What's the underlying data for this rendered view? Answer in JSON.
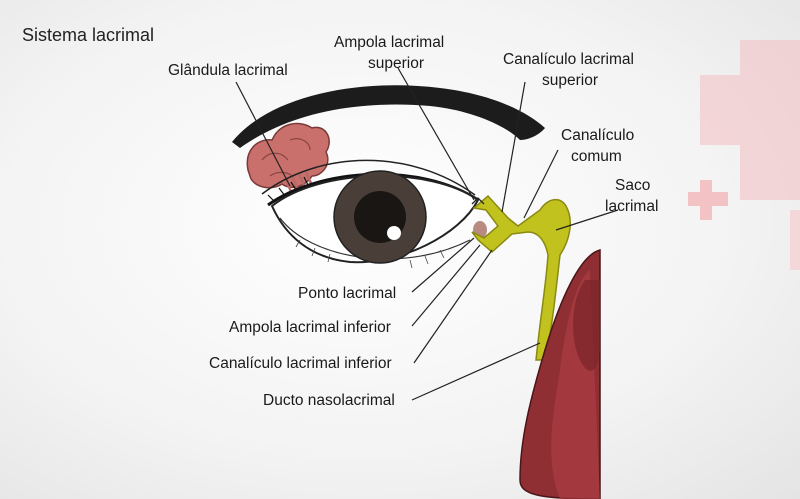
{
  "title": "Sistema lacrimal",
  "labels": {
    "glandula": "Glândula lacrimal",
    "ampola_sup_1": "Ampola lacrimal",
    "ampola_sup_2": "superior",
    "canaliculo_sup_1": "Canalículo lacrimal",
    "canaliculo_sup_2": "superior",
    "canaliculo_comum_1": "Canalículo",
    "canaliculo_comum_2": "comum",
    "saco_1": "Saco",
    "saco_2": "lacrimal",
    "ponto": "Ponto lacrimal",
    "ampola_inf": "Ampola lacrimal inferior",
    "canaliculo_inf": "Canalículo lacrimal inferior",
    "ducto": "Ducto nasolacrimal"
  },
  "colors": {
    "gland": "#c9706d",
    "duct": "#c2c21f",
    "nasal": "#8f2f33",
    "iris": "#4a3f38",
    "watermark": "#f6c6c8"
  }
}
